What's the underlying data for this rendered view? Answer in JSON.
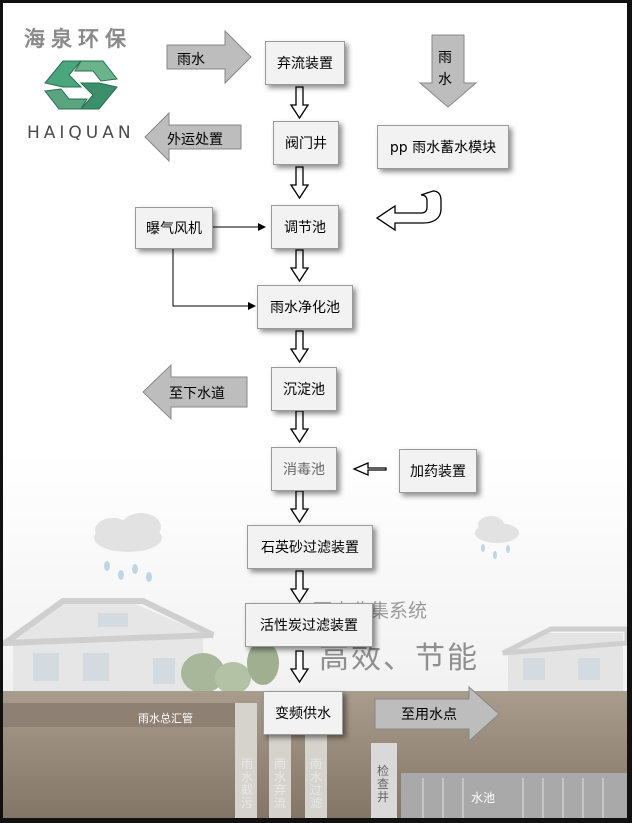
{
  "logo": {
    "name": "海泉环保",
    "english": "HAIQUAN"
  },
  "boxes": {
    "qiliu": "弃流装置",
    "famen": "阀门井",
    "tiaojie": "调节池",
    "jinghua": "雨水净化池",
    "chendian": "沉淀池",
    "xiaodu": "消毒池",
    "shiying": "石英砂过滤装置",
    "huoxingtan": "活性炭过滤装置",
    "bianpin": "变频供水",
    "baoqi": "曝气风机",
    "pp": "pp 雨水蓄水模块",
    "jiayao": "加药装置"
  },
  "arrows": {
    "rain_in": "雨水",
    "rain_top_1": "雨",
    "rain_top_2": "水",
    "waiyun": "外运处置",
    "xiashuidao": "至下水道",
    "yongshuidian": "至用水点"
  },
  "background": {
    "title": "雨水收集系统",
    "slogan": "高效、节能",
    "pipe_label": "雨水总汇管",
    "vertical_labels": [
      "雨水截污",
      "雨水弃流",
      "雨水过滤"
    ],
    "jianchajing": "检查井",
    "shuichi": "水池"
  }
}
